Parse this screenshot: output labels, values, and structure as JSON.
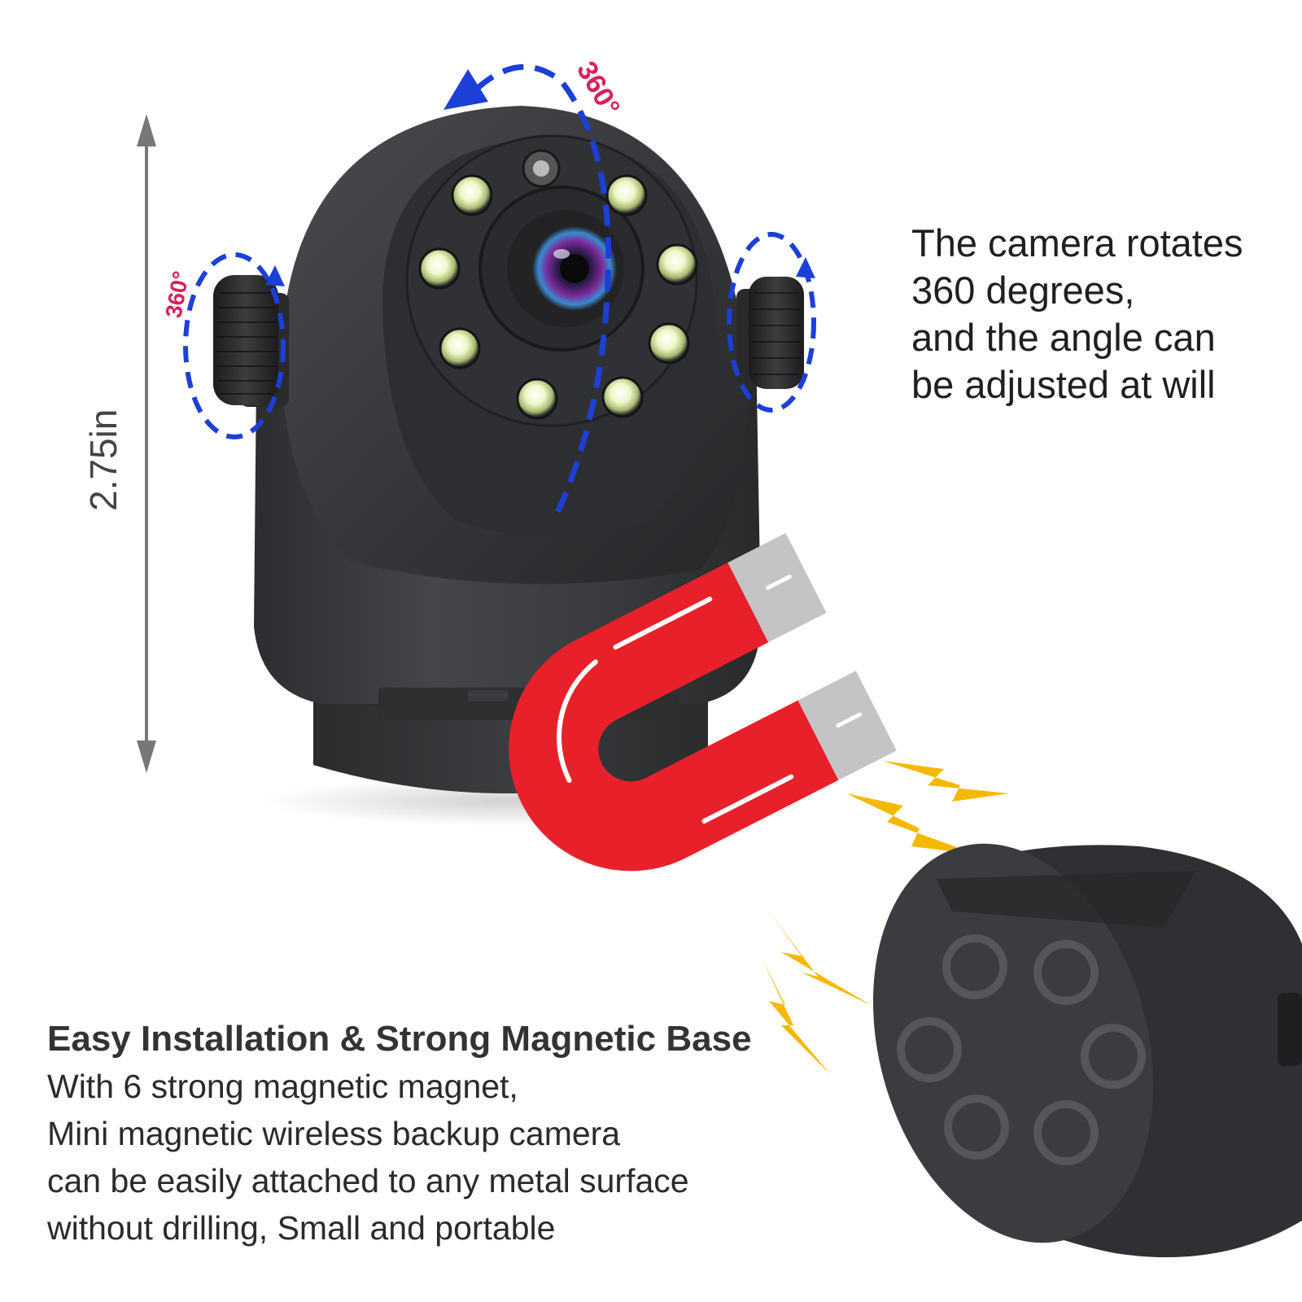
{
  "dimension": {
    "height_label": "2.75in"
  },
  "rotation": {
    "top_label": "360°",
    "left_label": "360°",
    "description_lines": [
      "The camera rotates",
      "360 degrees,",
      "and the angle can",
      "be adjusted at will"
    ]
  },
  "installation": {
    "title": "Easy Installation & Strong Magnetic Base",
    "body_lines": [
      "With 6 strong magnetic magnet,",
      "Mini magnetic wireless backup camera",
      "can be easily attached to any metal surface",
      "without drilling, Small and portable"
    ]
  },
  "colors": {
    "arrow_blue": "#1c3fd6",
    "label_red": "#d8205a",
    "magnet_red": "#e8202a",
    "lightning": "#f5b800",
    "camera_body": "#3a3b3e"
  }
}
